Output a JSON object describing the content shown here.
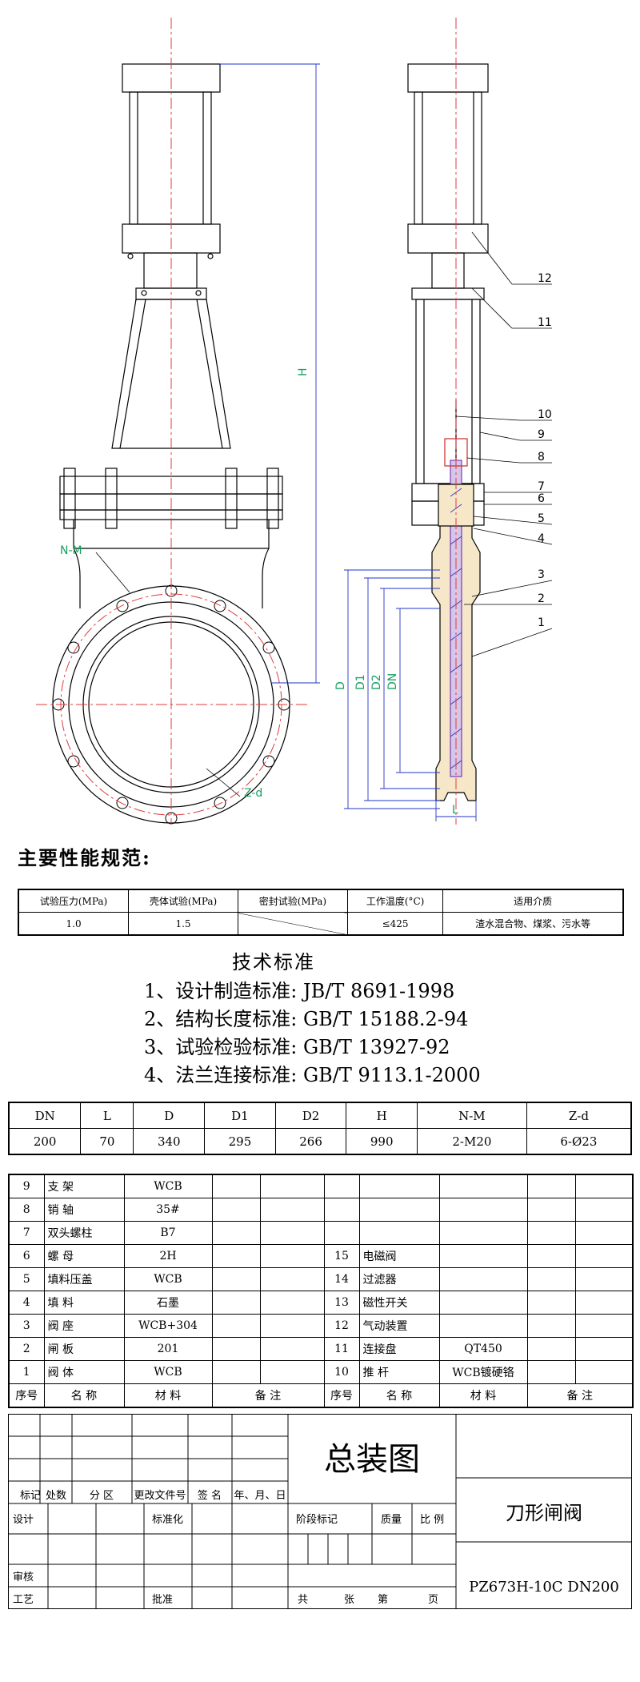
{
  "performance": {
    "title": "主要性能规范:",
    "headers": [
      "试验压力(MPa)",
      "壳体试验(MPa)",
      "密封试验(MPa)",
      "工作温度(°C)",
      "适用介质"
    ],
    "values": [
      "1.0",
      "1.5",
      "",
      "≤425",
      "渣水混合物、煤浆、污水等"
    ]
  },
  "standards": {
    "title": "技术标准",
    "items": [
      "1、设计制造标准: JB/T 8691-1998",
      "2、结构长度标准: GB/T 15188.2-94",
      "3、试验检验标准: GB/T 13927-92",
      "4、法兰连接标准: GB/T 9113.1-2000"
    ]
  },
  "dimensions": {
    "headers": [
      "DN",
      "L",
      "D",
      "D1",
      "D2",
      "H",
      "N-M",
      "Z-d"
    ],
    "values": [
      "200",
      "70",
      "340",
      "295",
      "266",
      "990",
      "2-M20",
      "6-Ø23"
    ]
  },
  "bom": {
    "rows": [
      {
        "no": "9",
        "name": "支  架",
        "material": "WCB",
        "no2": "",
        "name2": "",
        "material2": ""
      },
      {
        "no": "8",
        "name": "销  轴",
        "material": "35#",
        "no2": "",
        "name2": "",
        "material2": ""
      },
      {
        "no": "7",
        "name": "双头螺柱",
        "material": "B7",
        "no2": "",
        "name2": "",
        "material2": ""
      },
      {
        "no": "6",
        "name": "螺  母",
        "material": "2H",
        "no2": "15",
        "name2": "电磁阀",
        "material2": ""
      },
      {
        "no": "5",
        "name": "填料压盖",
        "material": "WCB",
        "no2": "14",
        "name2": "过滤器",
        "material2": ""
      },
      {
        "no": "4",
        "name": "填  料",
        "material": "石墨",
        "no2": "13",
        "name2": "磁性开关",
        "material2": ""
      },
      {
        "no": "3",
        "name": "阀  座",
        "material": "WCB+304",
        "no2": "12",
        "name2": "气动装置",
        "material2": ""
      },
      {
        "no": "2",
        "name": "闸  板",
        "material": "201",
        "no2": "11",
        "name2": "连接盘",
        "material2": "QT450"
      },
      {
        "no": "1",
        "name": "阀  体",
        "material": "WCB",
        "no2": "10",
        "name2": "推  杆",
        "material2": "WCB镀硬铬"
      }
    ],
    "header": {
      "no": "序号",
      "name": "名  称",
      "material": "材  料",
      "note": "备  注"
    }
  },
  "titleblock": {
    "drawing_title": "总装图",
    "product_name": "刀形闸阀",
    "model": "PZ673H-10C DN200",
    "labels": {
      "mark": "标记",
      "count": "处数",
      "zone": "分 区",
      "doc": "更改文件号",
      "sign": "签 名",
      "date": "年、月、日",
      "design": "设计",
      "standard": "标准化",
      "stage": "阶段标记",
      "weight": "质量",
      "scale": "比 例",
      "review": "审核",
      "craft": "工艺",
      "approve": "批准",
      "total": "共",
      "sheets": "张",
      "no": "第",
      "page": "页"
    }
  },
  "drawing": {
    "labels": {
      "H": "H",
      "NM": "N-M",
      "Zd": "Z-d",
      "D": "D",
      "D1": "D1",
      "D2": "D2",
      "DN": "DN",
      "L": "L"
    },
    "parts": [
      "12",
      "11",
      "10",
      "9",
      "8",
      "7",
      "6",
      "5",
      "4",
      "3",
      "2",
      "1"
    ]
  },
  "colors": {
    "centerline": "#e23b3b",
    "green": "#19a060",
    "blue": "#2236c8",
    "body": "#f5e7c8",
    "purple": "#7b3fb0"
  }
}
